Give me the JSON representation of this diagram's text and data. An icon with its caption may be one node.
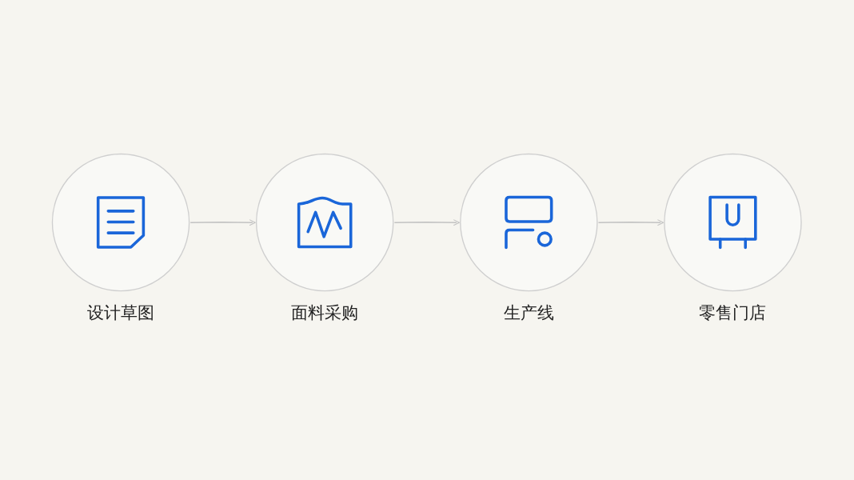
{
  "diagram": {
    "nodes": [
      {
        "text": [
          "设计草图"
        ]
      },
      {
        "text": [
          "面料采购"
        ]
      },
      {
        "text": [
          "生产线"
        ]
      },
      {
        "text": [
          "零售门店"
        ]
      }
    ],
    "edges": [
      {
        "from": 0,
        "to": 1,
        "arrow": "to"
      },
      {
        "from": 1,
        "to": 2,
        "arrow": "to"
      },
      {
        "from": 2,
        "to": 3,
        "arrow": "to"
      }
    ]
  }
}
